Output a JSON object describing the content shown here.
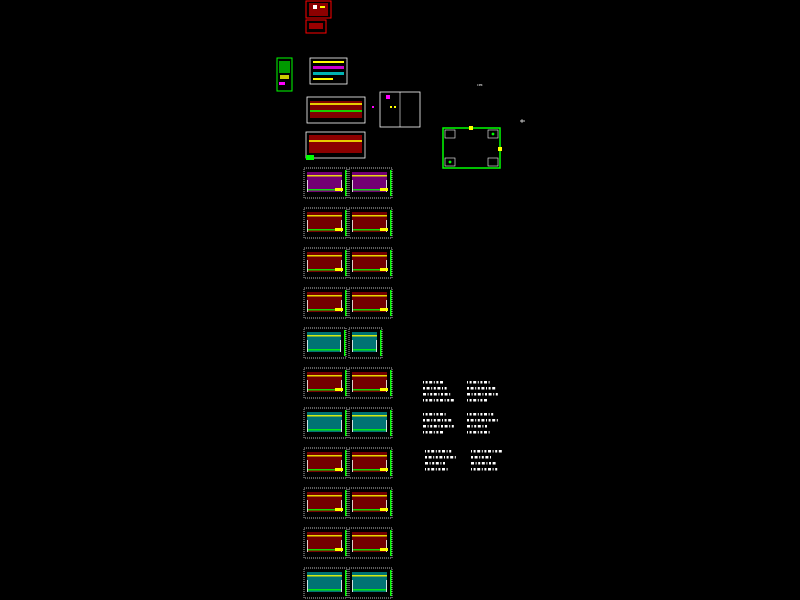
{
  "app": {
    "background": "#000000",
    "view": "cad-model-space"
  },
  "colors": {
    "sheet_border": "#ffffff",
    "frame": "#00ff00",
    "red": "#ff0000",
    "yellow": "#ffff00",
    "cyan": "#00ffff",
    "magenta": "#ff00ff",
    "green": "#00ff00",
    "white": "#ffffff"
  },
  "icons": {
    "ucs": "ucs-icon",
    "sheet": "drawing-sheet-icon"
  },
  "cursor_label": "CPR",
  "marker_label": "CAP",
  "sheet_rows": [
    {
      "name": "row-1",
      "sheets": 2,
      "scheme": "magenta"
    },
    {
      "name": "row-2",
      "sheets": 2,
      "scheme": "red"
    },
    {
      "name": "row-3",
      "sheets": 2,
      "scheme": "red"
    },
    {
      "name": "row-4",
      "sheets": 2,
      "scheme": "red"
    },
    {
      "name": "row-5",
      "sheets": 2,
      "scheme": "cyan"
    },
    {
      "name": "row-6",
      "sheets": 2,
      "scheme": "red"
    },
    {
      "name": "row-7",
      "sheets": 2,
      "scheme": "cyan"
    },
    {
      "name": "row-8",
      "sheets": 2,
      "scheme": "red"
    },
    {
      "name": "row-9",
      "sheets": 2,
      "scheme": "red"
    },
    {
      "name": "row-10",
      "sheets": 2,
      "scheme": "red"
    },
    {
      "name": "row-11",
      "sheets": 2,
      "scheme": "cyan"
    }
  ]
}
